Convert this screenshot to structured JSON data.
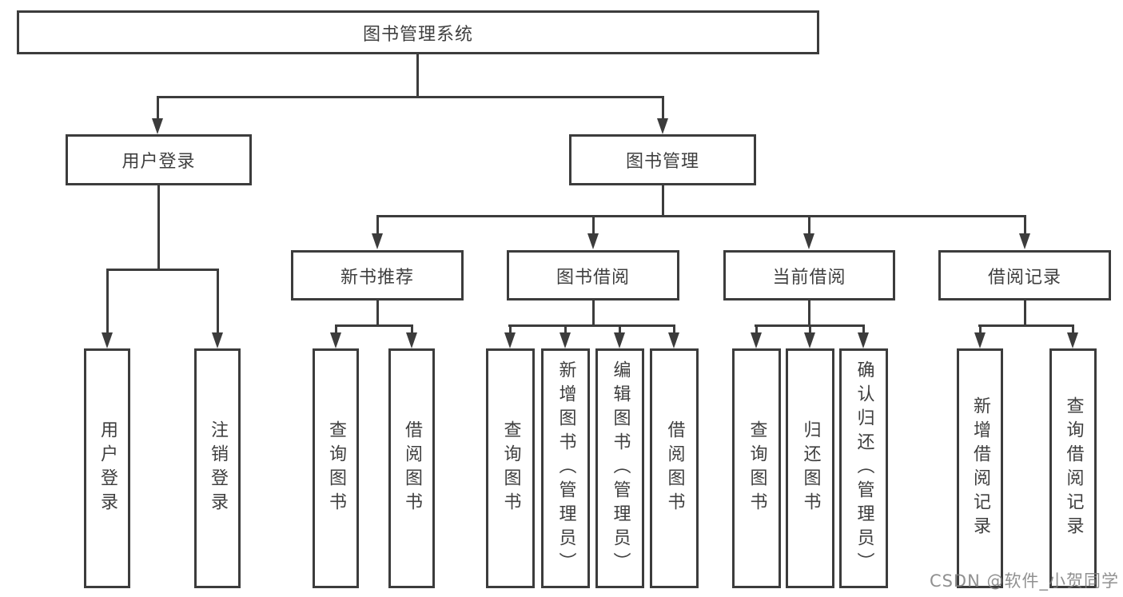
{
  "tree": {
    "root": {
      "label": "图书管理系统",
      "children": [
        {
          "label": "用户登录",
          "children": [
            {
              "label": "用户登录"
            },
            {
              "label": "注销登录"
            }
          ]
        },
        {
          "label": "图书管理",
          "children": [
            {
              "label": "新书推荐",
              "children": [
                {
                  "label": "查询图书"
                },
                {
                  "label": "借阅图书"
                }
              ]
            },
            {
              "label": "图书借阅",
              "children": [
                {
                  "label": "查询图书"
                },
                {
                  "label": "新增图书（管理员）"
                },
                {
                  "label": "编辑图书（管理员）"
                },
                {
                  "label": "借阅图书"
                }
              ]
            },
            {
              "label": "当前借阅",
              "children": [
                {
                  "label": "查询图书"
                },
                {
                  "label": "归还图书"
                },
                {
                  "label": "确认归还（管理员）"
                }
              ]
            },
            {
              "label": "借阅记录",
              "children": [
                {
                  "label": "新增借阅记录"
                },
                {
                  "label": "查询借阅记录"
                }
              ]
            }
          ]
        }
      ]
    }
  },
  "watermark": {
    "text": "CSDN @软件_小贺同学"
  },
  "colors": {
    "line": "#3c3c3c",
    "text": "#3f3f3f",
    "background": "#ffffff",
    "watermark": "#7d7d7d"
  }
}
